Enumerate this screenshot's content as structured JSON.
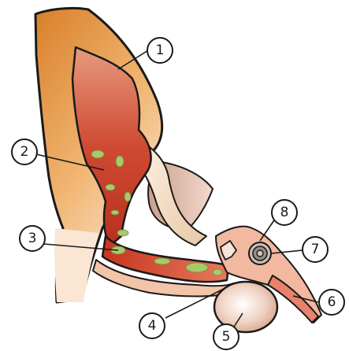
{
  "labels": [
    {
      "id": "1",
      "text": "①"
    },
    {
      "id": "2",
      "text": "②"
    },
    {
      "id": "3",
      "text": "③"
    },
    {
      "id": "4",
      "text": "④"
    },
    {
      "id": "5",
      "text": "⑤"
    },
    {
      "id": "6",
      "text": "⑥"
    },
    {
      "id": "7",
      "text": "⑦"
    },
    {
      "id": "8",
      "text": "⑧"
    }
  ],
  "colors": {
    "pinna": "#d98a2e",
    "pinna_light": "#f1b266",
    "canal_tissue": "#c43a2a",
    "canal_inner": "#e0705a",
    "cerumen_spots": "#a9c96a",
    "skin": "#f4c9b0",
    "bone": "#f6dfc7",
    "bulla": "#e8c8b6",
    "cochlea": "#9a8f84",
    "outline": "#1a1a1a"
  }
}
